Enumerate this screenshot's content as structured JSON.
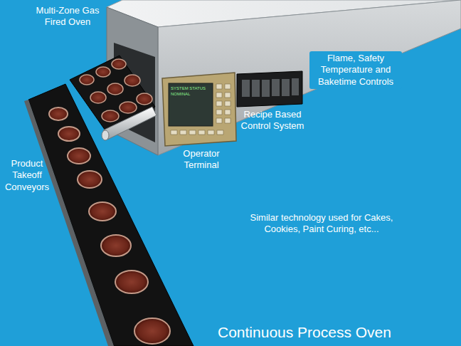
{
  "diagram": {
    "title": "Continuous Process Oven",
    "labels": [
      "Multi-Zone Gas Fired Oven",
      "Flame, Safety Temperature and Baketime Controls",
      "SYSTEM STATUS NOMINAL",
      "Recipe Based Control System",
      "Operator Terminal",
      "Product Takeoff Conveyors",
      "Similar technology used for Cakes, Cookies, Paint Curing, etc..."
    ]
  }
}
